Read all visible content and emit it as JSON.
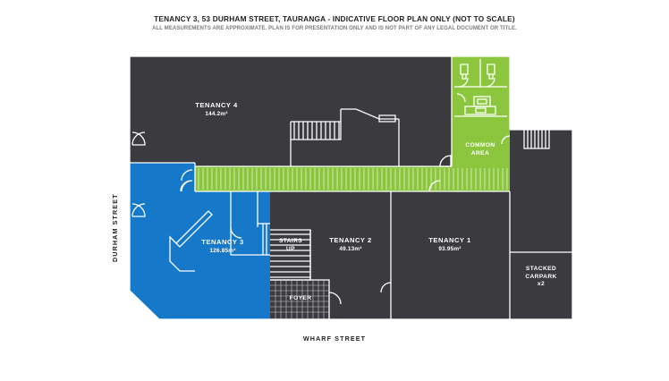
{
  "title": {
    "main": "TENANCY 3, 53 DURHAM STREET, TAURANGA - INDICATIVE FLOOR PLAN ONLY (NOT TO SCALE)",
    "sub": "ALL MEASUREMENTS ARE APPROXIMATE. PLAN IS FOR PRESENTATION ONLY AND IS NOT PART OF ANY LEGAL DOCUMENT OR TITLE."
  },
  "streets": {
    "left": "DURHAM STREET",
    "bottom": "WHARF STREET"
  },
  "colors": {
    "dark": "#3b3b3f",
    "blue": "#1578c8",
    "green": "#8cc63f",
    "wall": "#ffffff",
    "page": "#ffffff",
    "title": "#231f20",
    "subtitle": "#7c7c7c"
  },
  "rooms": [
    {
      "id": "tenancy-4",
      "name": "TENANCY 4",
      "area": "144.2m²",
      "fill": "dark"
    },
    {
      "id": "tenancy-3",
      "name": "TENANCY 3",
      "area": "126.85m²",
      "fill": "blue"
    },
    {
      "id": "tenancy-2",
      "name": "TENANCY 2",
      "area": "49.13m²",
      "fill": "dark"
    },
    {
      "id": "tenancy-1",
      "name": "TENANCY 1",
      "area": "93.95m²",
      "fill": "dark"
    },
    {
      "id": "common-area",
      "name": "COMMON AREA",
      "area": "",
      "fill": "green"
    },
    {
      "id": "stairs-up",
      "name": "STAIRS UP",
      "area": "",
      "fill": "dark"
    },
    {
      "id": "foyer",
      "name": "FOYER",
      "area": "",
      "fill": "dark"
    },
    {
      "id": "stacked-carpark",
      "name": "STACKED CARPARK",
      "area": "x2",
      "fill": "dark"
    }
  ],
  "labels": {
    "tenancy4_name": "TENANCY 4",
    "tenancy4_area": "144.2m²",
    "tenancy3_name": "TENANCY 3",
    "tenancy3_area": "126.85m²",
    "tenancy2_name": "TENANCY 2",
    "tenancy2_area": "49.13m²",
    "tenancy1_name": "TENANCY 1",
    "tenancy1_area": "93.95m²",
    "common_line1": "COMMON",
    "common_line2": "AREA",
    "stairs_line1": "STAIRS",
    "stairs_line2": "UP",
    "foyer": "FOYER",
    "carpark_line1": "STACKED",
    "carpark_line2": "CARPARK",
    "carpark_line3": "x2"
  }
}
